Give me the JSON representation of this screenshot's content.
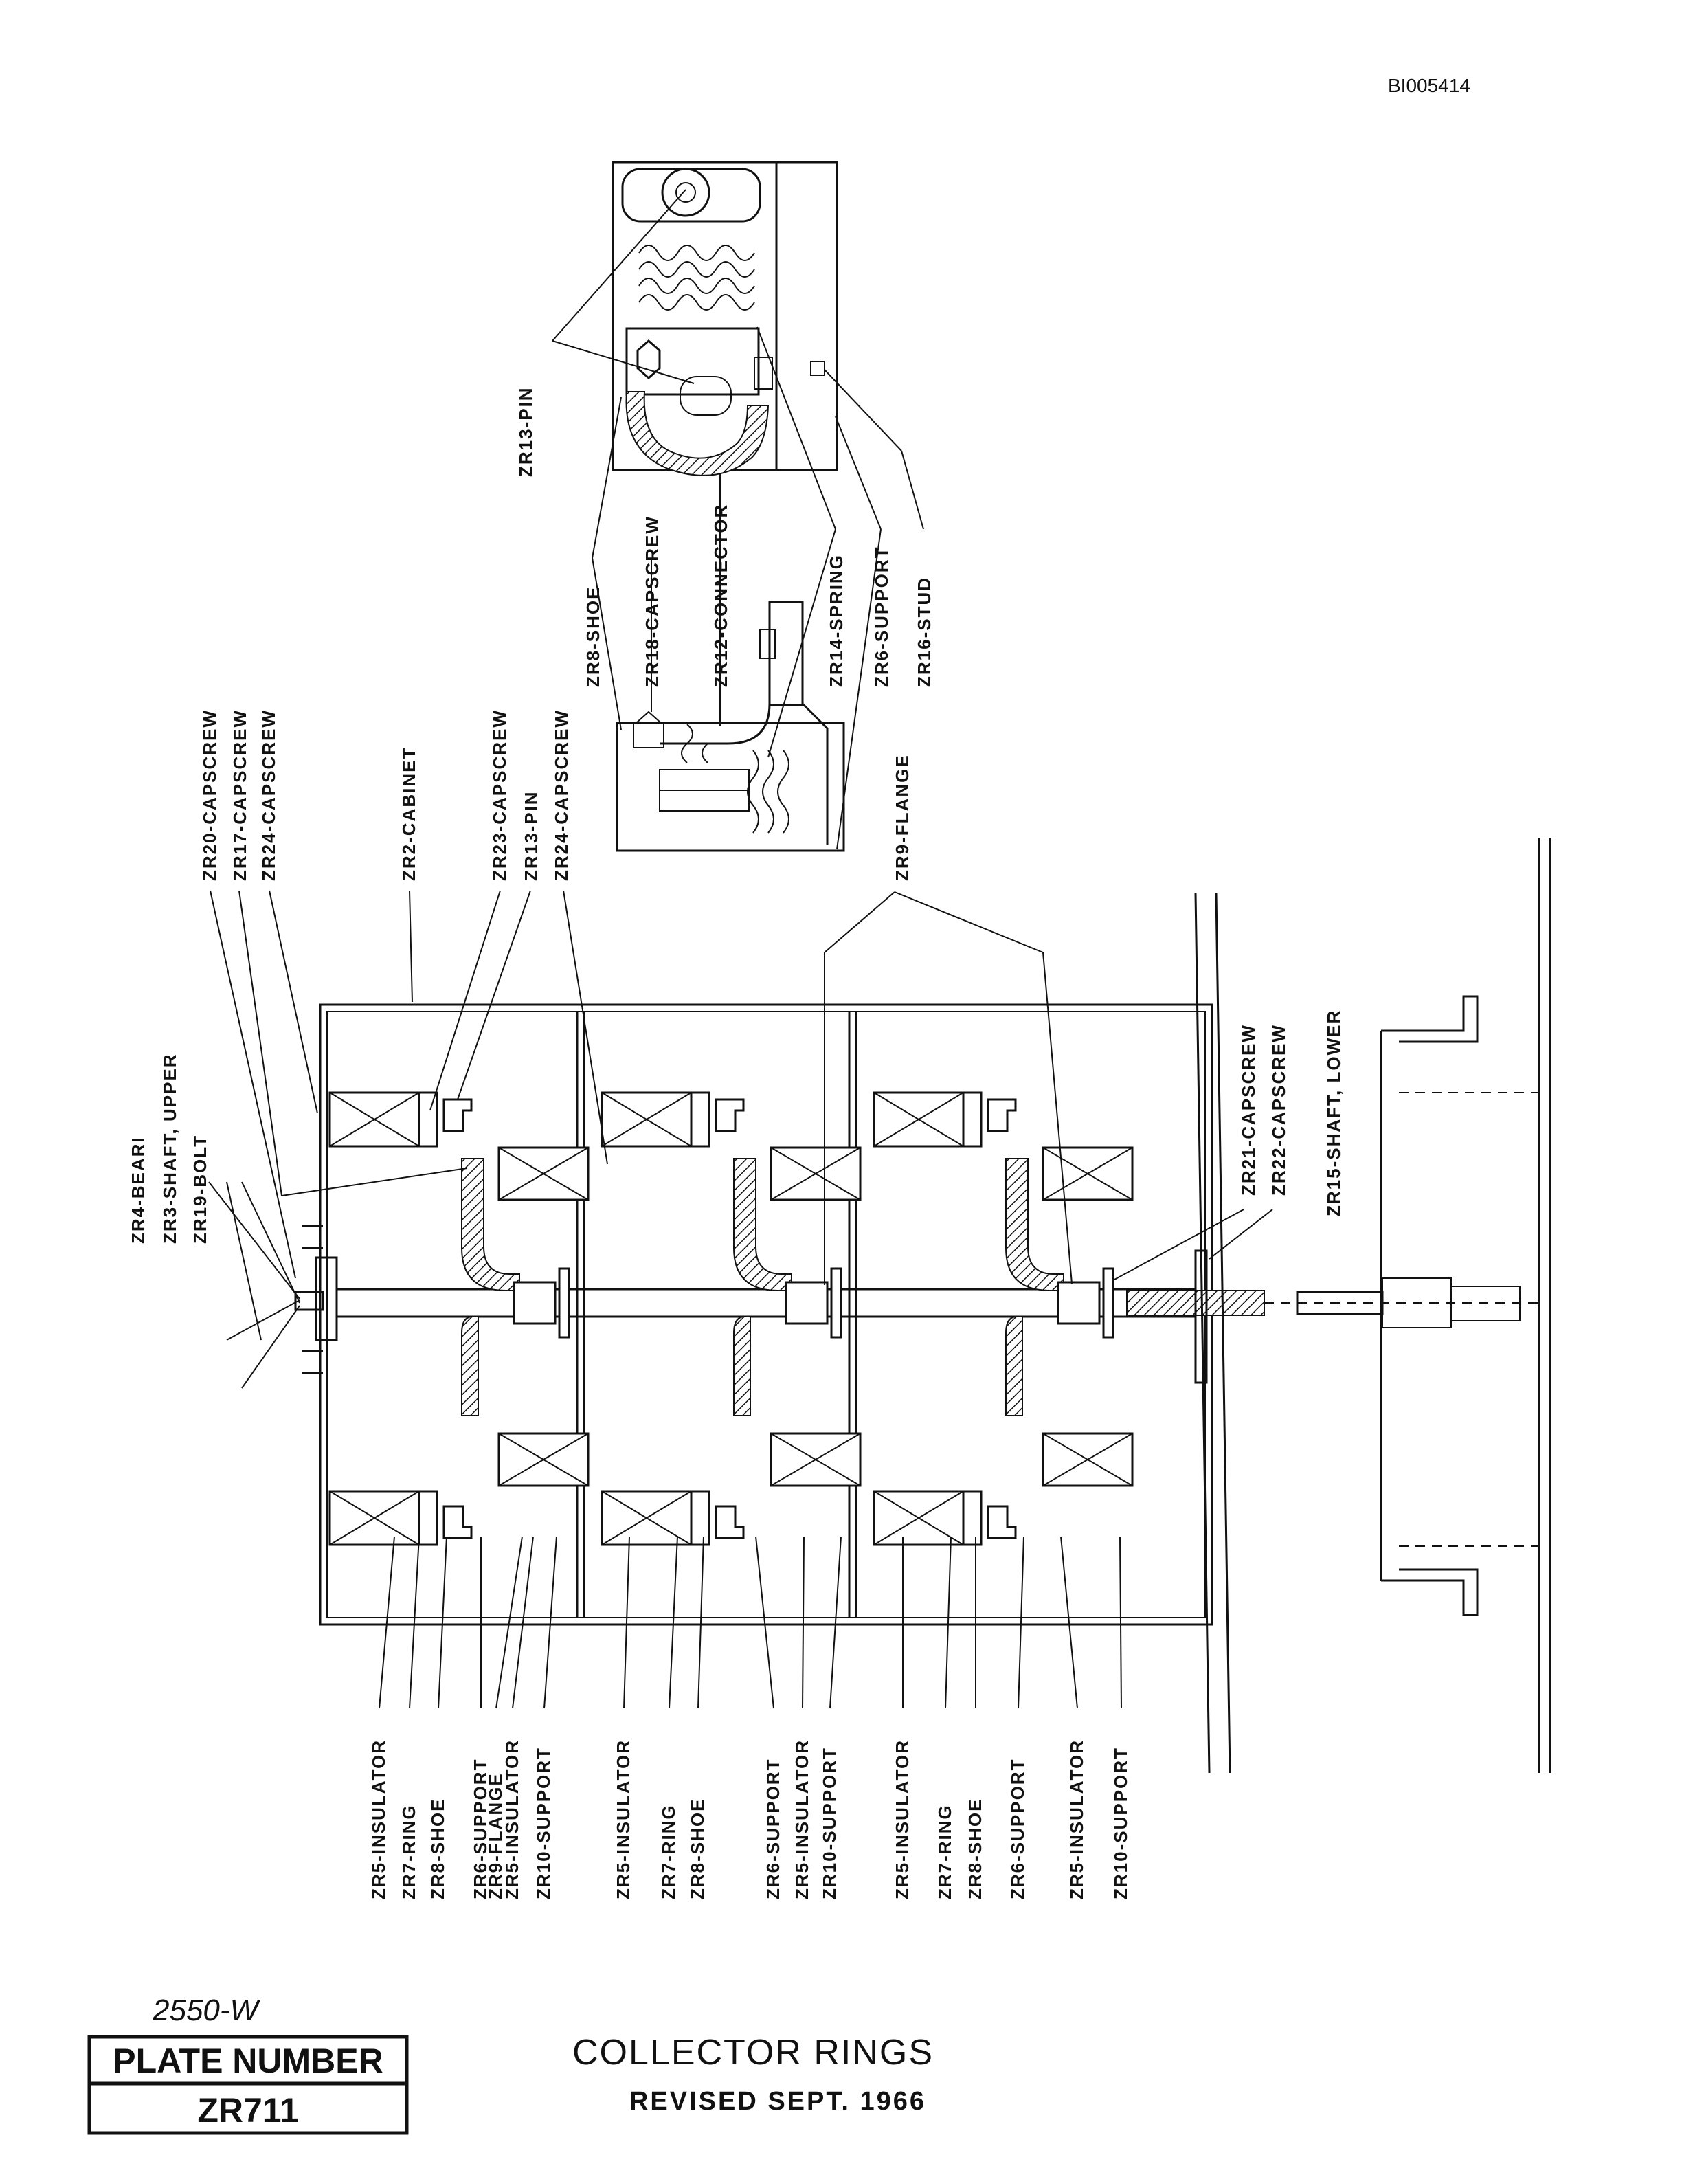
{
  "doc_id": "BI005414",
  "handwritten_number": "2550-W",
  "plate": {
    "heading": "PLATE NUMBER",
    "number": "ZR711"
  },
  "title": "COLLECTOR RINGS",
  "revision": "REVISED SEPT. 1966",
  "left_callouts": [
    "ZR4-BEARI",
    "ZR3-SHAFT, UPPER",
    "ZR19-BOLT"
  ],
  "top_callouts": [
    "ZR20-CAPSCREW",
    "ZR17-CAPSCREW",
    "ZR24-CAPSCREW",
    "ZR2-CABINET",
    "ZR23-CAPSCREW",
    "ZR13-PIN",
    "ZR24-CAPSCREW",
    "ZR9-FLANGE"
  ],
  "right_callouts": [
    "ZR21-CAPSCREW",
    "ZR22-CAPSCREW",
    "ZR15-SHAFT, LOWER"
  ],
  "detail_callouts": [
    "ZR13-PIN",
    "ZR8-SHOE",
    "ZR18-CAPSCREW",
    "ZR12-CONNECTOR",
    "ZR14-SPRING",
    "ZR6-SUPPORT",
    "ZR16-STUD"
  ],
  "bottom_groups": [
    [
      "ZR5-INSULATOR",
      "ZR7-RING",
      "ZR8-SHOE",
      "ZR6-SUPPORT",
      "ZR9-FLANGE",
      "ZR5-INSULATOR",
      "ZR10-SUPPORT"
    ],
    [
      "ZR5-INSULATOR",
      "ZR7-RING",
      "ZR8-SHOE",
      "ZR6-SUPPORT",
      "ZR5-INSULATOR",
      "ZR10-SUPPORT"
    ],
    [
      "ZR5-INSULATOR",
      "ZR7-RING",
      "ZR8-SHOE",
      "ZR6-SUPPORT",
      "ZR5-INSULATOR",
      "ZR10-SUPPORT"
    ]
  ]
}
